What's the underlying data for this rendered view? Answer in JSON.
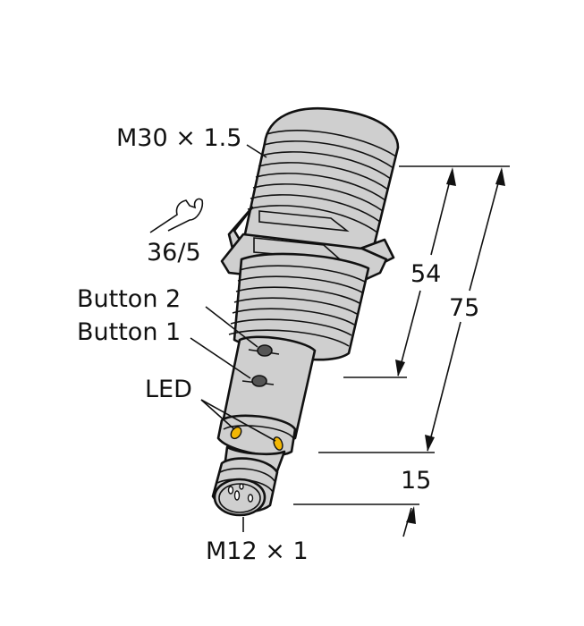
{
  "diagram": {
    "type": "technical-dimension-drawing",
    "subject": "cylindrical threaded sensor with M12 connector",
    "colors": {
      "body": "#cfcfcf",
      "outline": "#111111",
      "led": "#f2b705",
      "button": "#555555",
      "background": "#ffffff"
    },
    "labels": {
      "thread": "M30 × 1.5",
      "wrench_size": "36/5",
      "button2": "Button 2",
      "button1": "Button 1",
      "led": "LED",
      "connector": "M12 × 1"
    },
    "icons": {
      "wrench": "wrench-icon"
    },
    "dimensions": {
      "threaded_length": "54",
      "total_length": "75",
      "connector_length": "15"
    }
  }
}
